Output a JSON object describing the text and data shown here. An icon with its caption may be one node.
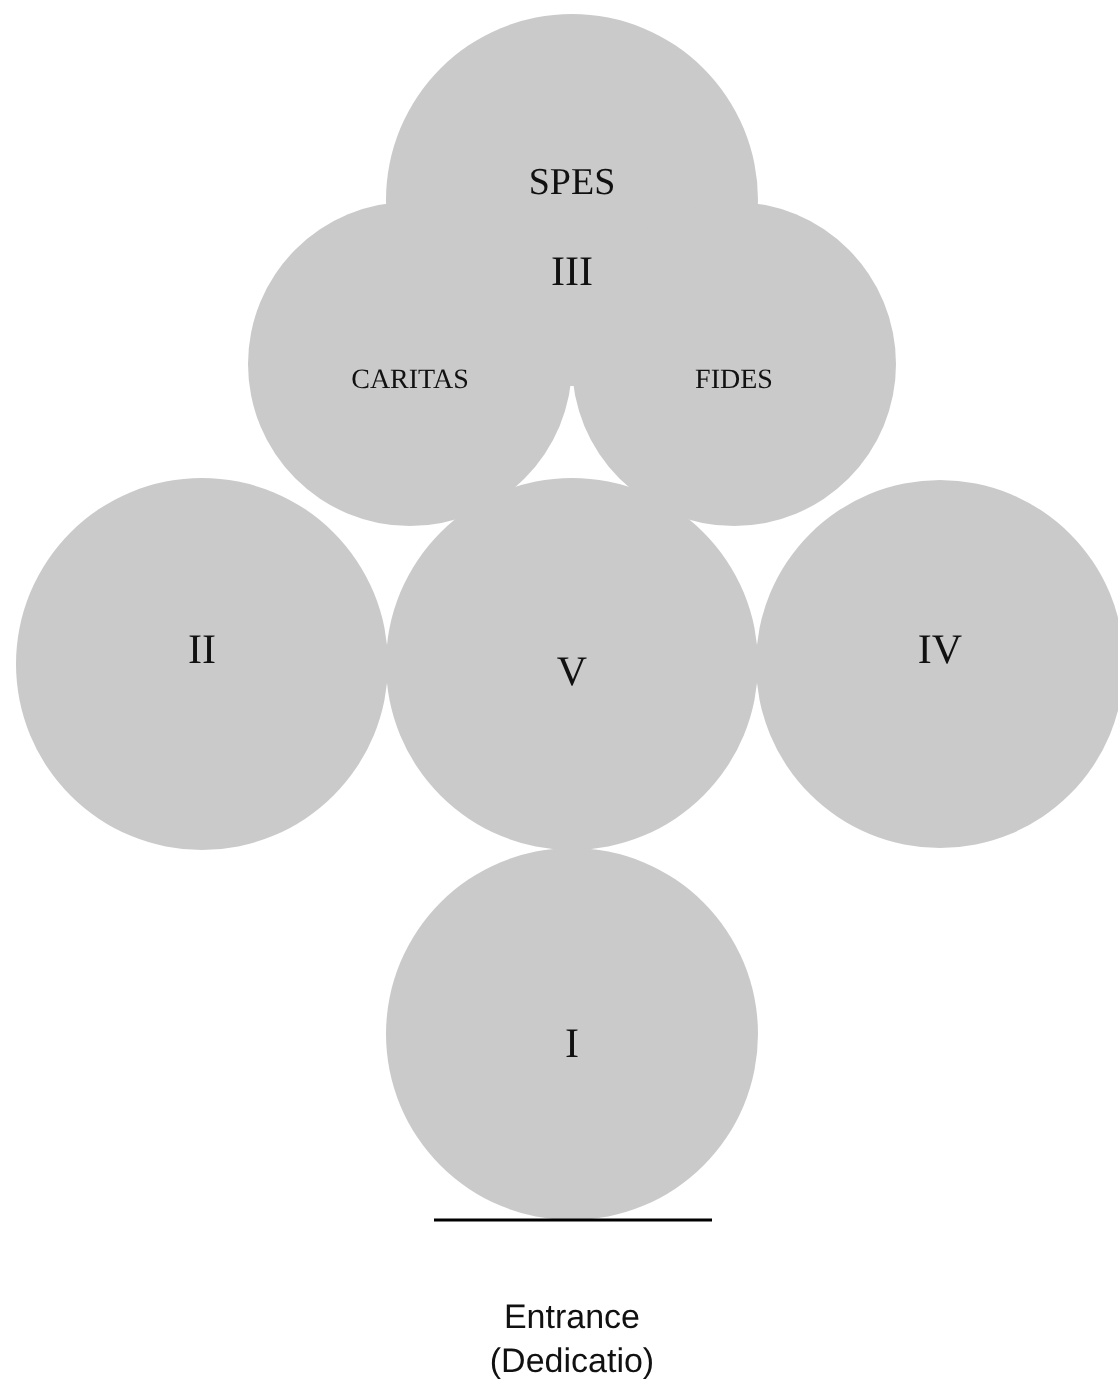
{
  "diagram": {
    "nodes": [
      {
        "text": [
          "SPES"
        ]
      },
      {
        "text": [
          "CARITAS"
        ]
      },
      {
        "text": [
          "FIDES"
        ]
      },
      {
        "text": [
          "II"
        ]
      },
      {
        "text": [
          "V"
        ]
      },
      {
        "text": [
          "IV"
        ]
      },
      {
        "text": [
          "I"
        ]
      }
    ],
    "labels": [
      "III",
      "Entrance (Dedicatio)"
    ]
  }
}
